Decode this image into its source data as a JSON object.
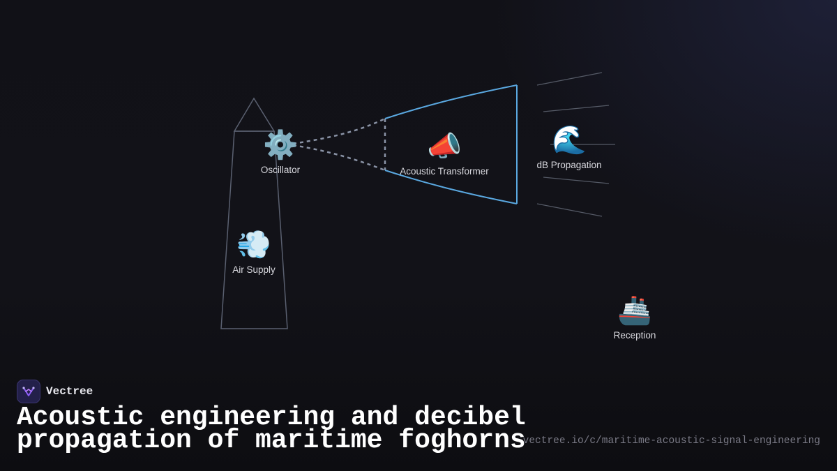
{
  "diagram": {
    "nodes": [
      {
        "id": "oscillator",
        "emoji": "⚙️",
        "icon": "gear-icon",
        "label": "Oscillator"
      },
      {
        "id": "air-supply",
        "emoji": "💨",
        "icon": "dash-wind-icon",
        "label": "Air Supply"
      },
      {
        "id": "acoustic-transformer",
        "emoji": "📣",
        "icon": "megaphone-icon",
        "label": "Acoustic Transformer"
      },
      {
        "id": "db-propagation",
        "emoji": "🌊",
        "icon": "wave-icon",
        "label": "dB Propagation"
      },
      {
        "id": "reception",
        "emoji": "🚢",
        "icon": "ship-icon",
        "label": "Reception"
      }
    ],
    "colors": {
      "tower_stroke": "#5a6070",
      "horn_stroke": "#5aa8e0",
      "dashed_link": "#8a93a6",
      "wave_lines": "#555a66"
    }
  },
  "brand": {
    "name": "Vectree",
    "logo_icon": "vectree-logo-icon",
    "accent": "#7a4fd0"
  },
  "footer": {
    "title": "Acoustic engineering and decibel propagation of maritime foghorns",
    "url": "vectree.io/c/maritime-acoustic-signal-engineering"
  }
}
